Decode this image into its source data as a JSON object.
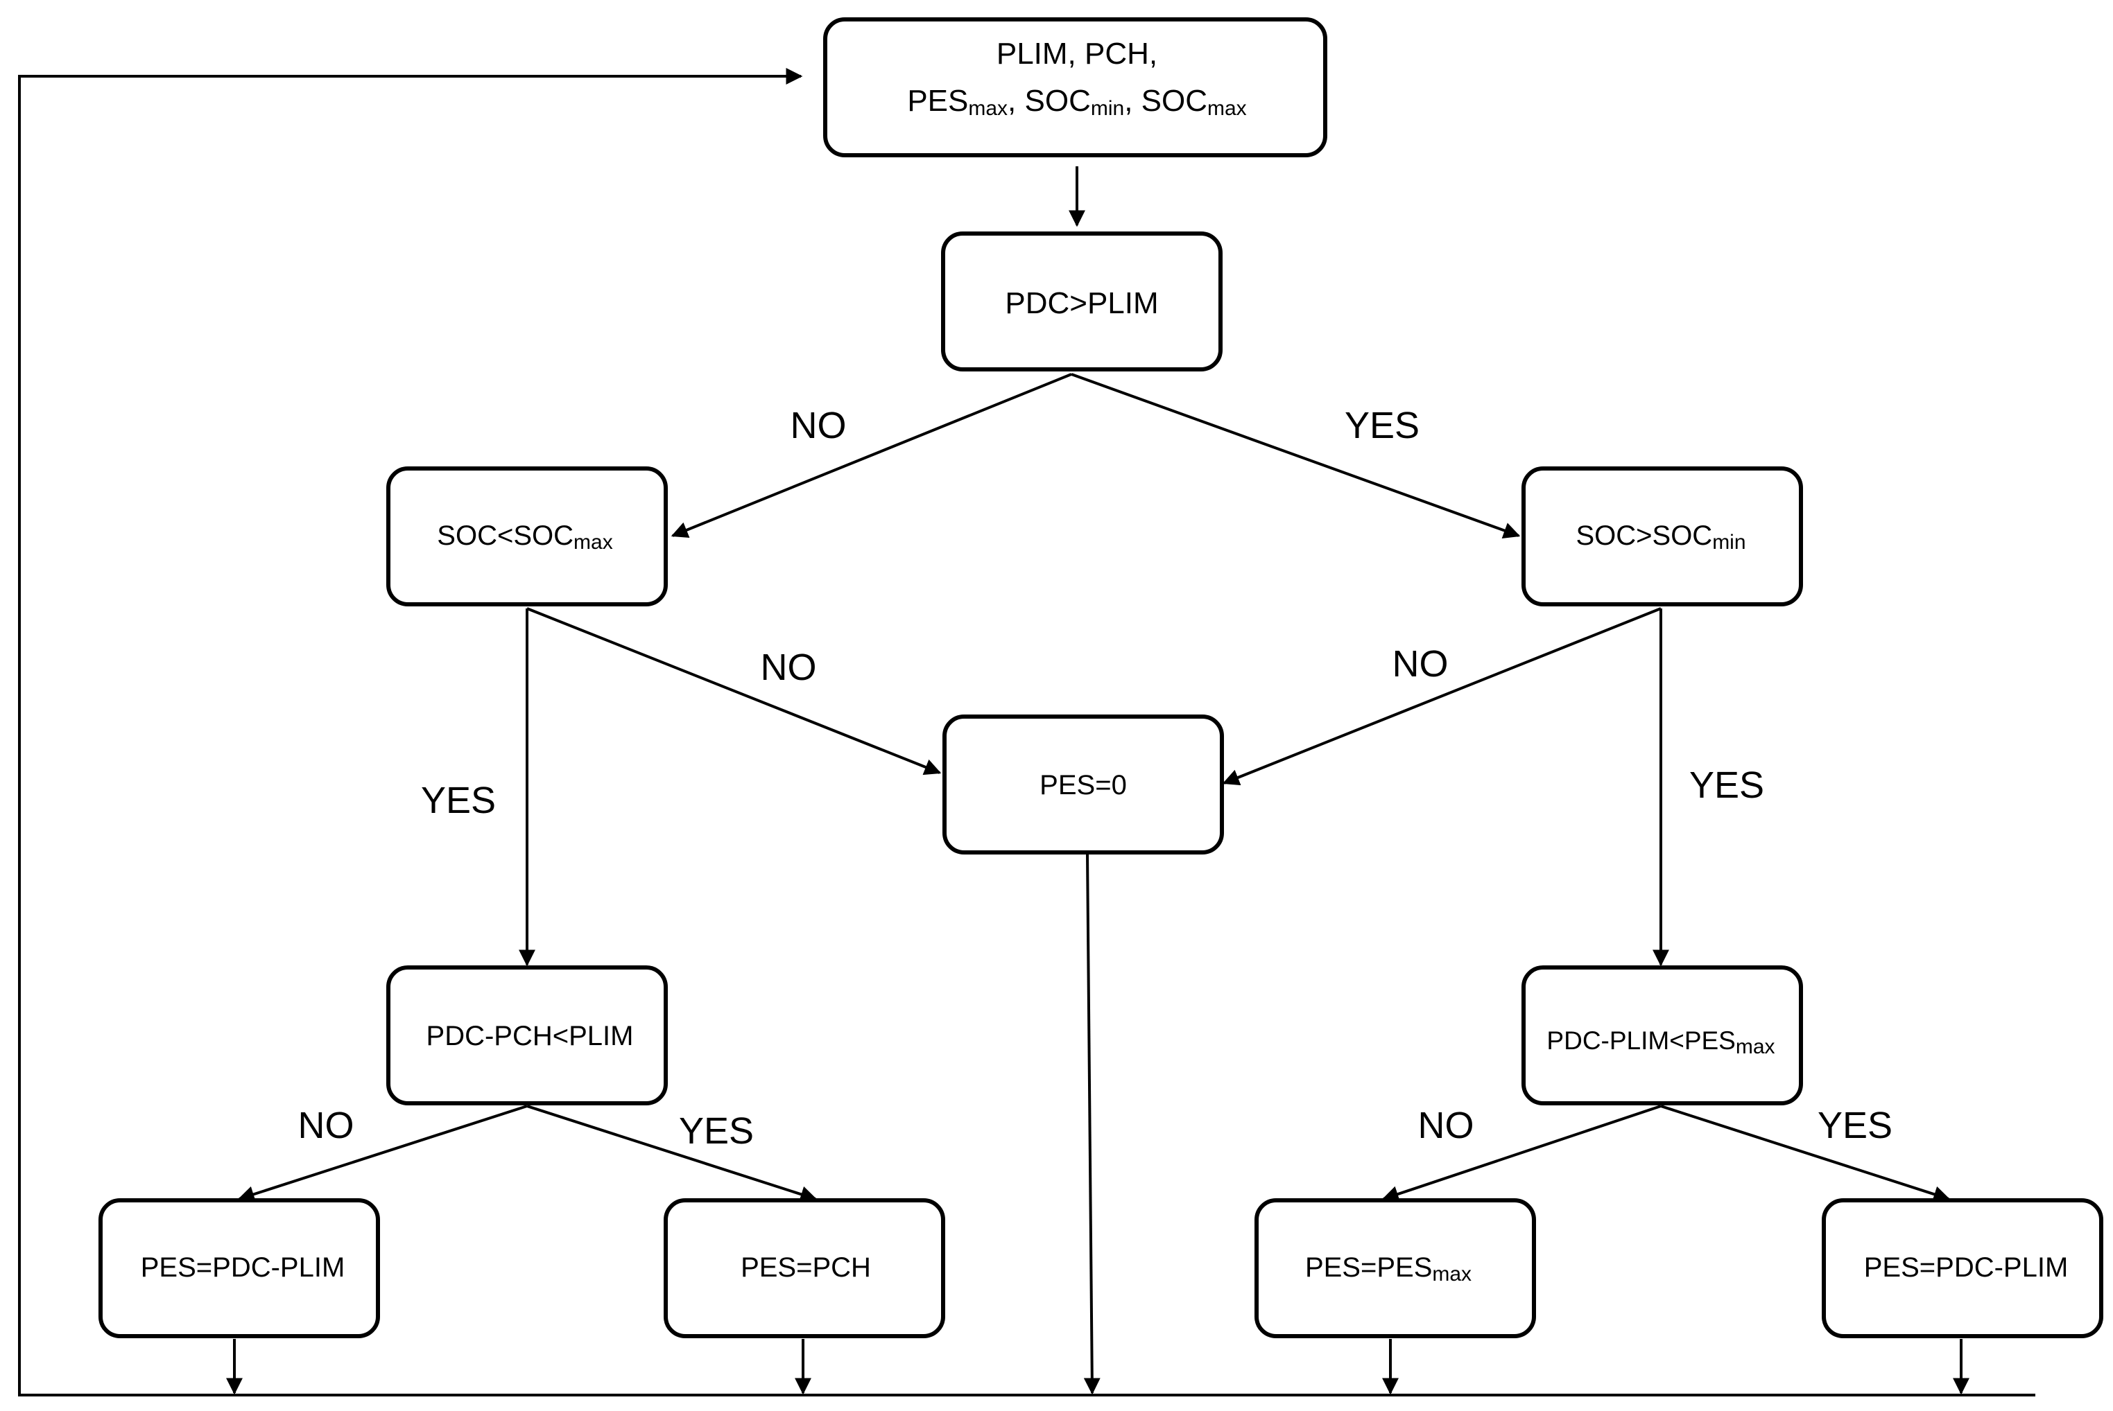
{
  "nodes": {
    "start": {
      "line1": "PLIM, PCH,",
      "line2": {
        "a": "PES",
        "a_sub": "max",
        "b": ", SOC",
        "b_sub": "min",
        "c": ", SOC",
        "c_sub": "max"
      }
    },
    "pdc_gt_plim": {
      "text": "PDC>PLIM"
    },
    "soc_lt_socmax": {
      "main": "SOC<SOC",
      "sub": "max"
    },
    "soc_gt_socmin": {
      "main": "SOC>SOC",
      "sub": "min"
    },
    "pes_zero": {
      "text": "PES=0"
    },
    "pdc_pch_lt_plim": {
      "text": "PDC-PCH<PLIM"
    },
    "pdc_plim_lt_pesmax": {
      "main": "PDC-PLIM<PES",
      "sub": "max"
    },
    "pes_pdc_plim_left": {
      "text": "PES=PDC-PLIM"
    },
    "pes_pch": {
      "text": "PES=PCH"
    },
    "pes_pesmax": {
      "main": "PES=PES",
      "sub": "max"
    },
    "pes_pdc_plim_right": {
      "text": "PES=PDC-PLIM"
    }
  },
  "edge_labels": {
    "no_top": "NO",
    "yes_top": "YES",
    "no_mid_left": "NO",
    "yes_mid_left": "YES",
    "no_mid_right": "NO",
    "yes_mid_right": "YES",
    "no_bottom_left": "NO",
    "yes_bottom_left": "YES",
    "no_bottom_right": "NO",
    "yes_bottom_right": "YES"
  }
}
